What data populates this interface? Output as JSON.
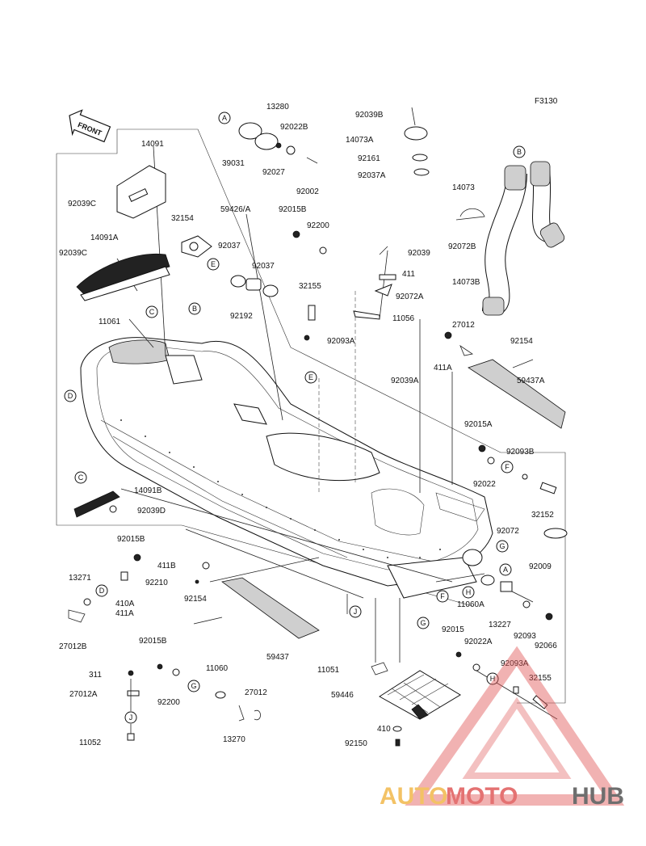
{
  "diagram": {
    "figure_code": "F3130",
    "front_label": "FRONT",
    "part_labels": [
      {
        "id": "p1",
        "text": "14091"
      },
      {
        "id": "p2",
        "text": "92039C"
      },
      {
        "id": "p3",
        "text": "14091A"
      },
      {
        "id": "p4",
        "text": "92039C"
      },
      {
        "id": "p5",
        "text": "11061"
      },
      {
        "id": "p6",
        "text": "13280"
      },
      {
        "id": "p7",
        "text": "92022B"
      },
      {
        "id": "p8",
        "text": "39031"
      },
      {
        "id": "p9",
        "text": "92027"
      },
      {
        "id": "p10",
        "text": "92002"
      },
      {
        "id": "p11",
        "text": "32154"
      },
      {
        "id": "p12",
        "text": "59426/A"
      },
      {
        "id": "p13",
        "text": "92015B"
      },
      {
        "id": "p14",
        "text": "92200"
      },
      {
        "id": "p15",
        "text": "92037"
      },
      {
        "id": "p16",
        "text": "92037"
      },
      {
        "id": "p17",
        "text": "92192"
      },
      {
        "id": "p18",
        "text": "32155"
      },
      {
        "id": "p19",
        "text": "92093A"
      },
      {
        "id": "p20",
        "text": "92039B"
      },
      {
        "id": "p21",
        "text": "14073A"
      },
      {
        "id": "p22",
        "text": "92161"
      },
      {
        "id": "p23",
        "text": "92037A"
      },
      {
        "id": "p24",
        "text": "14073"
      },
      {
        "id": "p25",
        "text": "92072B"
      },
      {
        "id": "p26",
        "text": "14073B"
      },
      {
        "id": "p27",
        "text": "92039"
      },
      {
        "id": "p28",
        "text": "411"
      },
      {
        "id": "p29",
        "text": "92072A"
      },
      {
        "id": "p30",
        "text": "11056"
      },
      {
        "id": "p31",
        "text": "27012"
      },
      {
        "id": "p32",
        "text": "92154"
      },
      {
        "id": "p33",
        "text": "411A"
      },
      {
        "id": "p34",
        "text": "92039A"
      },
      {
        "id": "p35",
        "text": "59437A"
      },
      {
        "id": "p36",
        "text": "92015A"
      },
      {
        "id": "p37",
        "text": "92093B"
      },
      {
        "id": "p38",
        "text": "92022"
      },
      {
        "id": "p39",
        "text": "32152"
      },
      {
        "id": "p40",
        "text": "92072"
      },
      {
        "id": "p41",
        "text": "14091B"
      },
      {
        "id": "p42",
        "text": "92039D"
      },
      {
        "id": "p43",
        "text": "92015B"
      },
      {
        "id": "p44",
        "text": "411B"
      },
      {
        "id": "p45",
        "text": "92210"
      },
      {
        "id": "p46",
        "text": "13271"
      },
      {
        "id": "p47",
        "text": "410A"
      },
      {
        "id": "p48",
        "text": "411A"
      },
      {
        "id": "p49",
        "text": "27012B"
      },
      {
        "id": "p50",
        "text": "92154"
      },
      {
        "id": "p51",
        "text": "59437"
      },
      {
        "id": "p52",
        "text": "92009"
      },
      {
        "id": "p53",
        "text": "11060A"
      },
      {
        "id": "p54",
        "text": "13227"
      },
      {
        "id": "p55",
        "text": "92093"
      },
      {
        "id": "p56",
        "text": "92066"
      },
      {
        "id": "p57",
        "text": "92015"
      },
      {
        "id": "p58",
        "text": "92022A"
      },
      {
        "id": "p59",
        "text": "92093A"
      },
      {
        "id": "p60",
        "text": "32155"
      },
      {
        "id": "p61",
        "text": "92015B"
      },
      {
        "id": "p62",
        "text": "11060"
      },
      {
        "id": "p63",
        "text": "311"
      },
      {
        "id": "p64",
        "text": "27012A"
      },
      {
        "id": "p65",
        "text": "92200"
      },
      {
        "id": "p66",
        "text": "27012"
      },
      {
        "id": "p67",
        "text": "11052"
      },
      {
        "id": "p68",
        "text": "13270"
      },
      {
        "id": "p69",
        "text": "11051"
      },
      {
        "id": "p70",
        "text": "59446"
      },
      {
        "id": "p71",
        "text": "410"
      },
      {
        "id": "p72",
        "text": "92150"
      }
    ],
    "callouts": [
      {
        "id": "c1",
        "text": "A"
      },
      {
        "id": "c2",
        "text": "B"
      },
      {
        "id": "c3",
        "text": "C"
      },
      {
        "id": "c4",
        "text": "D"
      },
      {
        "id": "c5",
        "text": "E"
      },
      {
        "id": "c6",
        "text": "B"
      },
      {
        "id": "c7",
        "text": "E"
      },
      {
        "id": "c8",
        "text": "C"
      },
      {
        "id": "c9",
        "text": "F"
      },
      {
        "id": "c10",
        "text": "G"
      },
      {
        "id": "c11",
        "text": "A"
      },
      {
        "id": "c12",
        "text": "H"
      },
      {
        "id": "c13",
        "text": "F"
      },
      {
        "id": "c14",
        "text": "G"
      },
      {
        "id": "c15",
        "text": "D"
      },
      {
        "id": "c16",
        "text": "J"
      },
      {
        "id": "c17",
        "text": "H"
      },
      {
        "id": "c18",
        "text": "G"
      },
      {
        "id": "c19",
        "text": "J"
      }
    ]
  },
  "watermark": {
    "part1": "AUTO",
    "part2": "MOTO",
    "part3": "HUB",
    "color_primary": "#f2b84b",
    "color_secondary": "#e05a5a",
    "color_dark": "#555555"
  }
}
